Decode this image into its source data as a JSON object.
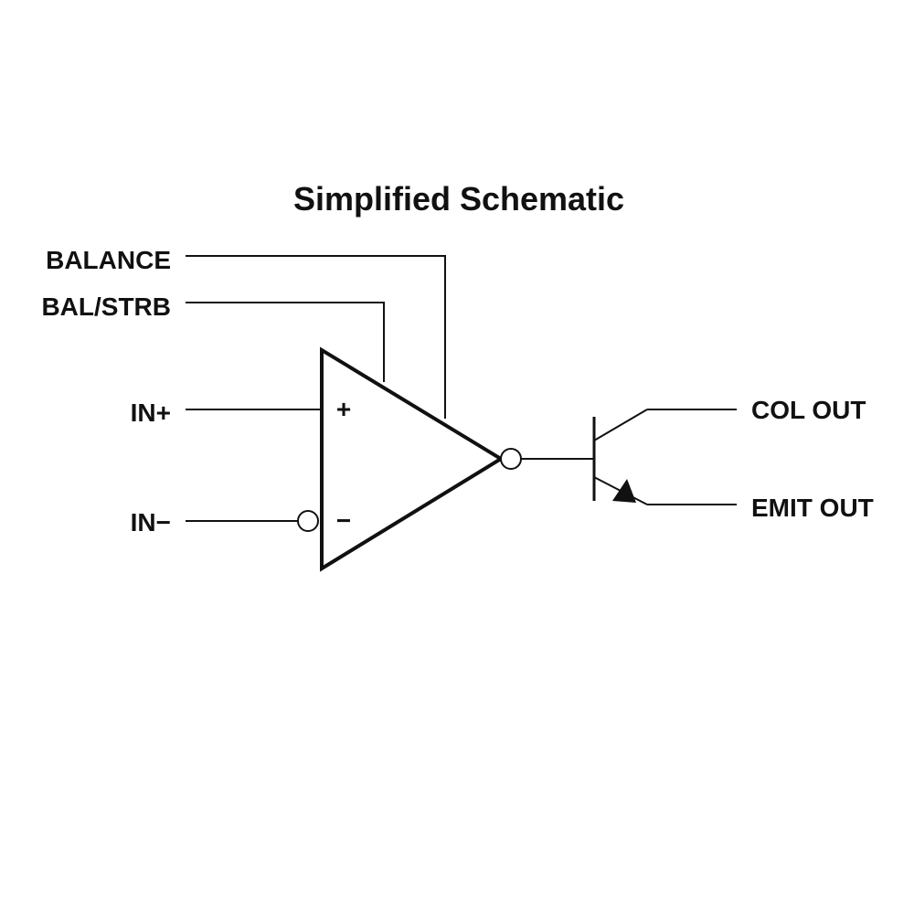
{
  "title": "Simplified Schematic",
  "pins": {
    "balance": "BALANCE",
    "bal_strb": "BAL/STRB",
    "in_plus": "IN+",
    "in_minus": "IN−",
    "col_out": "COL OUT",
    "emit_out": "EMIT OUT"
  },
  "amplifier": {
    "plus_sign": "+",
    "minus_sign": "−"
  },
  "colors": {
    "ink": "#111111",
    "background": "#ffffff"
  }
}
